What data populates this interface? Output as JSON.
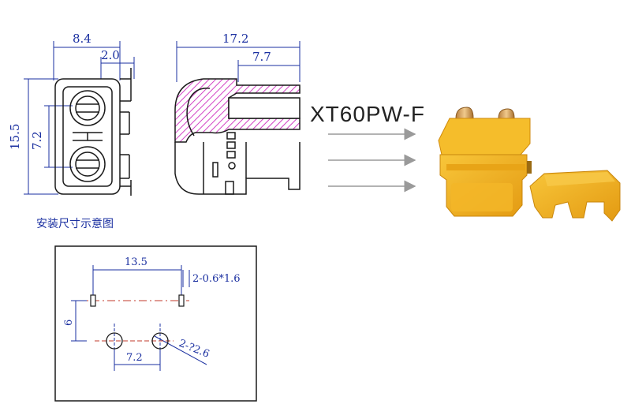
{
  "colors": {
    "dimension": "#1a2fa0",
    "outline": "#1a1a1a",
    "hatch": "#d23fc4",
    "connector_body": "#f2b21a",
    "connector_shadow": "#d9940c",
    "pin_gold": "#d6a25a",
    "arrow": "#9a9a9a"
  },
  "front_view": {
    "width_dim": "8.4",
    "offset_dim": "2.0",
    "height_dim": "15.5",
    "pin_spacing_dim": "7.2"
  },
  "side_view": {
    "length_dim": "17.2",
    "offset_dim": "7.7"
  },
  "model_label": "XT60PW-F",
  "install_label": "安装尺寸示意图",
  "footprint": {
    "slot_spacing_dim": "13.5",
    "slot_size_dim": "2-0.6*1.6",
    "row_offset_dim": "6",
    "hole_spacing_dim": "7.2",
    "hole_size_dim": "2-?2.6"
  },
  "icons": {
    "connector_photo": "yellow-connector-photo",
    "connector_cap": "yellow-connector-cap",
    "arrows": "gray-arrow-icon"
  }
}
